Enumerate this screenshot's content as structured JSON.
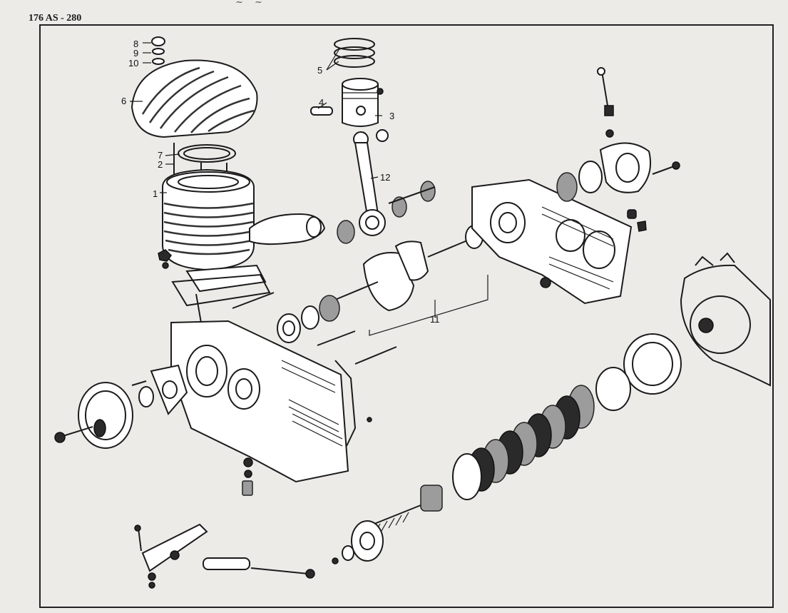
{
  "header": {
    "page_ref": "176 AS - 280"
  },
  "labels": {
    "l8": "8",
    "l9": "9",
    "l10": "10",
    "l6": "6",
    "l7": "7",
    "l2": "2",
    "l1": "1",
    "l5": "5",
    "l4": "4",
    "l3": "3",
    "l12": "12",
    "l11": "11"
  }
}
